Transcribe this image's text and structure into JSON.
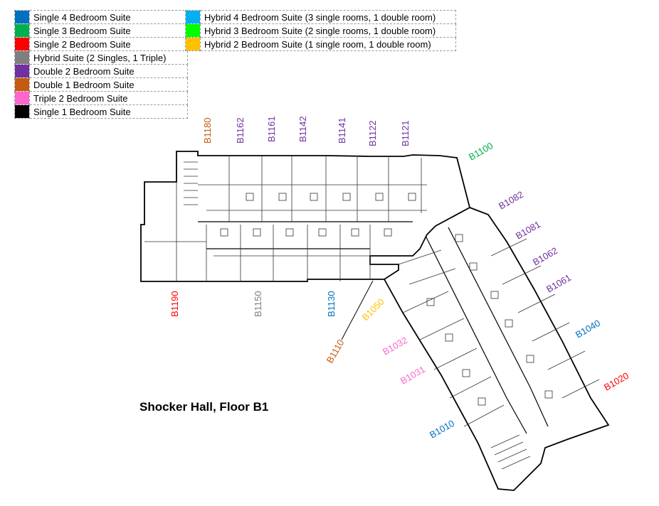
{
  "colors": {
    "single4": "#0070C0",
    "single3": "#00B050",
    "single2": "#FF0000",
    "hybrid_suite": "#7F7F7F",
    "double2": "#7030A0",
    "double1": "#C55A11",
    "triple2": "#FF66CC",
    "single1": "#000000",
    "hybrid4": "#00B0F0",
    "hybrid3": "#00FF00",
    "hybrid2": "#FFC000"
  },
  "legend_left": [
    {
      "label": "Single 4 Bedroom Suite",
      "color": "#0070C0"
    },
    {
      "label": "Single 3 Bedroom Suite",
      "color": "#00B050"
    },
    {
      "label": "Single 2 Bedroom Suite",
      "color": "#FF0000"
    },
    {
      "label": "Hybrid Suite (2 Singles, 1 Triple)",
      "color": "#7F7F7F"
    },
    {
      "label": "Double 2 Bedroom Suite",
      "color": "#7030A0"
    },
    {
      "label": "Double 1 Bedroom Suite",
      "color": "#C55A11"
    },
    {
      "label": "Triple 2 Bedroom Suite",
      "color": "#FF66CC"
    },
    {
      "label": "Single 1 Bedroom Suite",
      "color": "#000000"
    }
  ],
  "legend_right": [
    {
      "label": "Hybrid 4 Bedroom Suite (3 single rooms, 1 double room)",
      "color": "#00B0F0"
    },
    {
      "label": "Hybrid 3 Bedroom Suite (2 single rooms, 1 double room)",
      "color": "#00FF00"
    },
    {
      "label": "Hybrid 2 Bedroom Suite (1 single room, 1 double room)",
      "color": "#FFC000"
    }
  ],
  "rooms": {
    "b1180": "B1180",
    "b1162": "B1162",
    "b1161": "B1161",
    "b1142": "B1142",
    "b1141": "B1141",
    "b1122": "B1122",
    "b1121": "B1121",
    "b1100": "B1100",
    "b1082": "B1082",
    "b1081": "B1081",
    "b1062": "B1062",
    "b1061": "B1061",
    "b1190": "B1190",
    "b1150": "B1150",
    "b1130": "B1130",
    "b1050": "B1050",
    "b1110": "B1110",
    "b1032": "B1032",
    "b1031": "B1031",
    "b1040": "B1040",
    "b1020": "B1020",
    "b1010": "B1010"
  },
  "title": "Shocker Hall, Floor B1"
}
